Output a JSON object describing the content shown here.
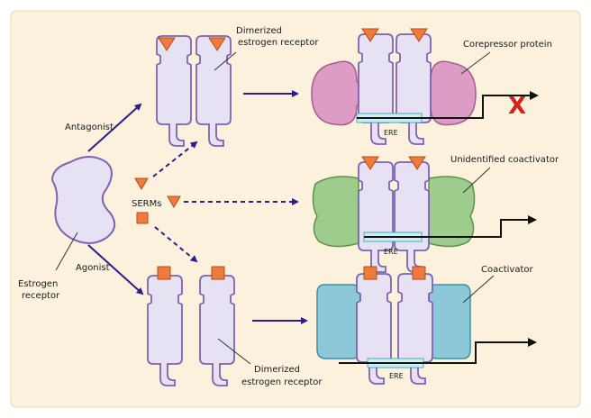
{
  "colors": {
    "background": "#fbf1dd",
    "receptor_fill": "#e6e2f4",
    "receptor_stroke": "#7d63b5",
    "arrow": "#2a1f8f",
    "serm": "#ee7a3e",
    "corepressor": "#dd9cc5",
    "unidentified_coactivator": "#9dcc8c",
    "coactivator": "#8cc8d7",
    "ere": "#cdeef2",
    "block_x": "#d62020"
  },
  "labels": {
    "estrogen_receptor_line1": "Estrogen",
    "estrogen_receptor_line2": "receptor",
    "antagonist": "Antagonist",
    "agonist": "Agonist",
    "serms": "SERMs",
    "dimer_top_line1": "Dimerized",
    "dimer_top_line2": "estrogen receptor",
    "dimer_bottom_line1": "Dimerized",
    "dimer_bottom_line2": "estrogen receptor",
    "corepressor": "Corepressor protein",
    "unidentified_coactivator": "Unidentified coactivator",
    "coactivator": "Coactivator",
    "ere_top": "ERE",
    "ere_mid": "ERE",
    "ere_bottom": "ERE",
    "blocked": "X"
  }
}
